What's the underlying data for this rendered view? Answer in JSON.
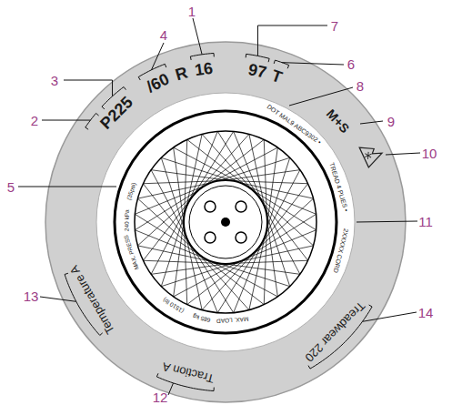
{
  "diagram": {
    "labels": [
      "1",
      "4",
      "3",
      "2",
      "5",
      "P225",
      "/60",
      "R",
      "16",
      "7",
      "97",
      "T",
      "6",
      "8",
      "M+S",
      "9",
      "10",
      "DOT MAL9 ABC9302 •",
      "TREAD 4 PLIES •",
      "2XXXXX CORD",
      "11",
      "MAX. PRESS",
      "240 kPa",
      "(35psi)",
      "MAX. LOAD",
      "685 kg",
      "(1510 lb)",
      "14",
      "Treadwear 220",
      "13",
      "Temperature A",
      "12",
      "Traction A"
    ]
  }
}
